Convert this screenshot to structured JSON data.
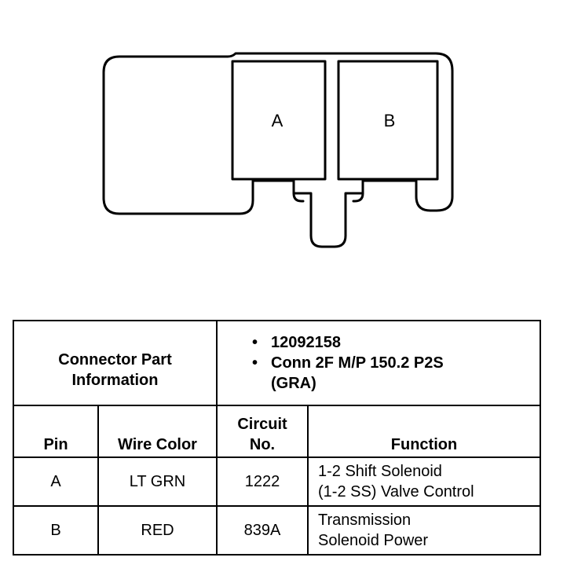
{
  "connector": {
    "cavity_a_label": "A",
    "cavity_b_label": "B"
  },
  "table": {
    "info_label": "Connector Part Information",
    "part_info": [
      "12092158",
      "Conn 2F M/P 150.2 P2S (GRA)"
    ],
    "headers": {
      "pin": "Pin",
      "wire_color": "Wire Color",
      "circuit_line1": "Circuit",
      "circuit_line2": "No.",
      "function": "Function"
    },
    "rows": [
      {
        "pin": "A",
        "wire_color": "LT GRN",
        "circuit": "1222",
        "function_line1": "1-2 Shift Solenoid",
        "function_line2": "(1-2 SS) Valve Control"
      },
      {
        "pin": "B",
        "wire_color": "RED",
        "circuit": "839A",
        "function_line1": "Transmission",
        "function_line2": "Solenoid Power"
      }
    ]
  }
}
